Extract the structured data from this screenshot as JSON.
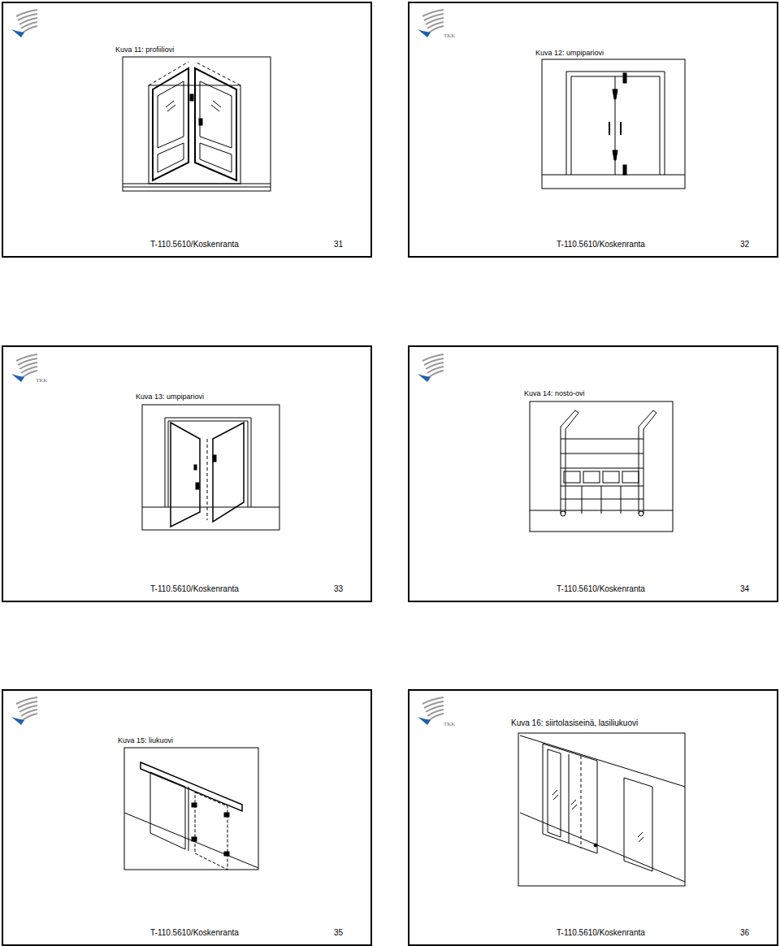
{
  "diagram": {
    "nodes": [
      {
        "text": [
          "Kuva 11: profiiliovi",
          "T-110.5610/Koskenranta",
          "31"
        ]
      },
      {
        "text": [
          "Kuva 12: umpipariovi",
          "T-110.5610/Koskenranta",
          "32"
        ]
      },
      {
        "text": [
          "Kuva 13: umpipariovi",
          "T-110.5610/Koskenranta",
          "33"
        ]
      },
      {
        "text": [
          "Kuva 14: nosto-ovi",
          "T-110.5610/Koskenranta",
          "34"
        ]
      },
      {
        "text": [
          "Kuva 15: liukuovi",
          "T-110.5610/Koskenranta",
          "35"
        ]
      },
      {
        "text": [
          "Kuva 16: siirtolasiseinä, lasiliukuovi",
          "T-110.5610/Koskenranta",
          "36"
        ]
      }
    ],
    "labels": [
      "TKK",
      "TKK",
      "TKK"
    ]
  }
}
